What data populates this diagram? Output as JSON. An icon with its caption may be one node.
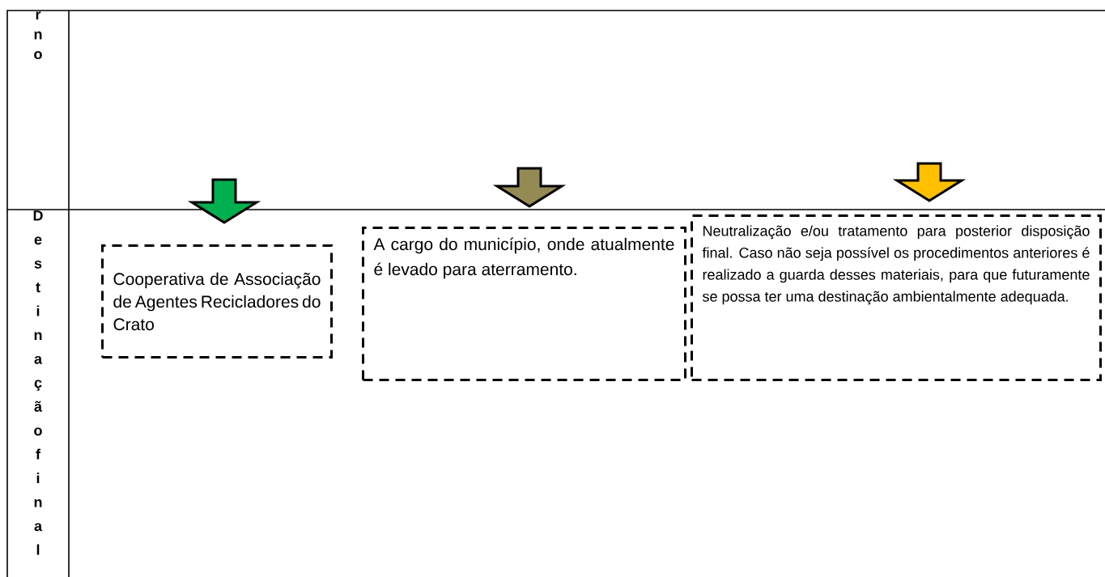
{
  "diagram": {
    "nodes": [
      {
        "text": [
          "Cooperativa de Associação de Agentes Recicladores do Crato"
        ]
      },
      {
        "text": [
          "A cargo do município, onde atualmente é levado para aterramento."
        ]
      },
      {
        "text": [
          "Neutralização e/ou tratamento para posterior disposição final. Caso não seja possível os procedimentos anteriores é realizado a guarda desses materiais, para que futuramente se possa ter uma destinação ambientalmente adequada."
        ]
      }
    ],
    "edges": [
      {
        "from": null,
        "to": 0,
        "arrow": "to",
        "color": "#00b050"
      },
      {
        "from": null,
        "to": 1,
        "arrow": "to",
        "color": "#948a54"
      },
      {
        "from": null,
        "to": 2,
        "arrow": "to",
        "color": "#ffc000"
      }
    ],
    "labels": [
      "rno",
      "Destinação final"
    ]
  }
}
